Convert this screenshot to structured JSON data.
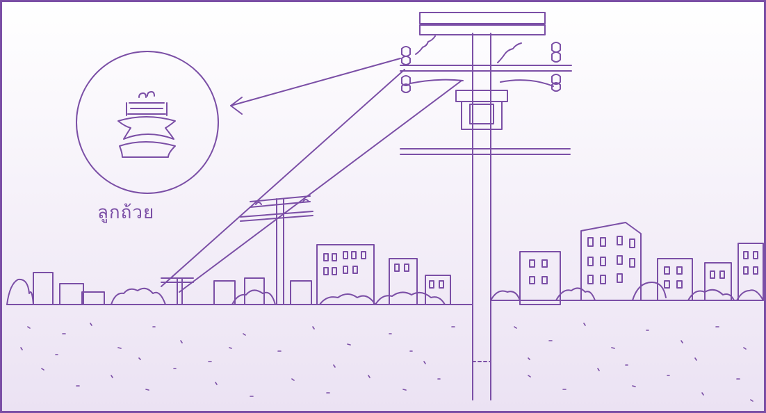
{
  "illustration": {
    "callout_label": "ลูกถ้วย",
    "palette": {
      "ink": "#7b4fa6",
      "background_top": "#ffffff",
      "background_bottom": "#ebe2f3"
    },
    "icons": [
      "insulator-icon",
      "arrow-icon",
      "utility-pole",
      "buildings",
      "shrubs"
    ]
  }
}
